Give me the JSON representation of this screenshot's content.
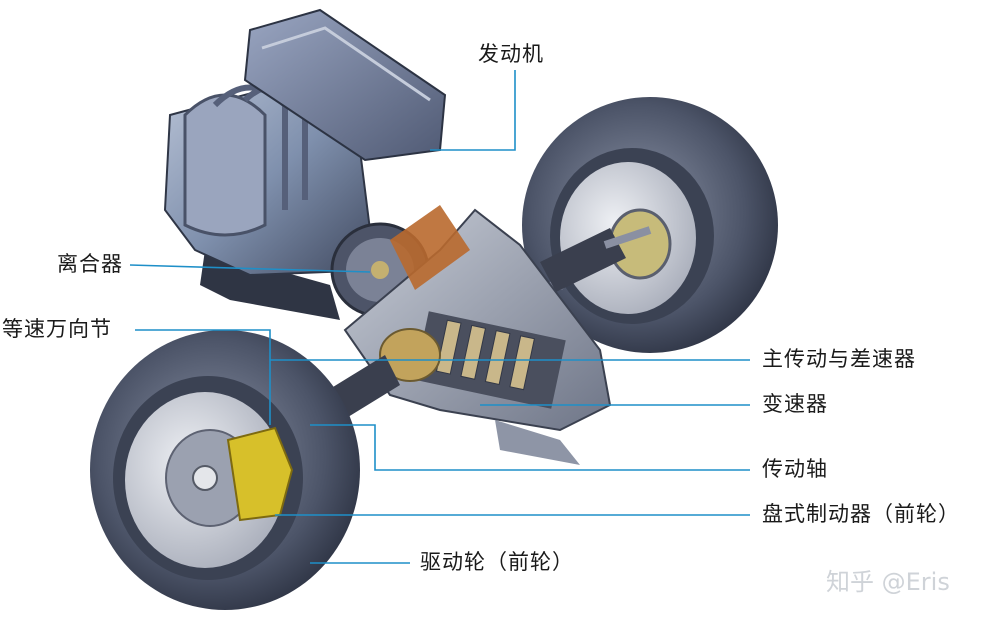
{
  "labels": {
    "engine": "发动机",
    "clutch": "离合器",
    "cv_joint": "等速万向节",
    "final_drive": "主传动与差速器",
    "gearbox": "变速器",
    "drive_shaft": "传动轴",
    "disc_brake": "盘式制动器（前轮）",
    "drive_wheel": "驱动轮（前轮）"
  },
  "watermark": "知乎 @Eris",
  "colors": {
    "leader": "#1e8fc8",
    "engine_body": "#7f90ad",
    "engine_dark": "#3f4658",
    "tire": "#4c5468",
    "rim": "#c9ccd3",
    "caliper": "#d7c02a",
    "housing_cut": "#b9692d"
  }
}
